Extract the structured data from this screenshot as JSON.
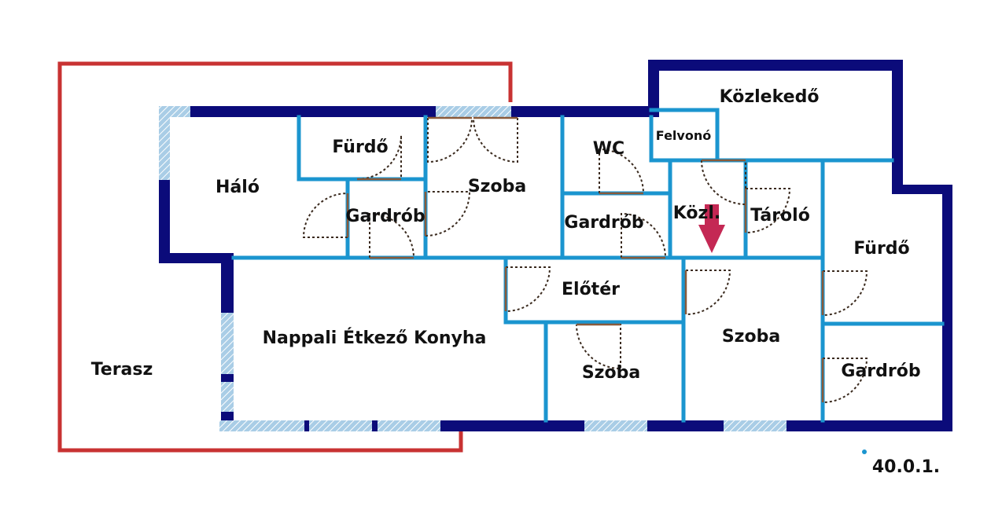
{
  "floorplan": {
    "colors": {
      "outer_wall": "#0b0b7a",
      "inner_wall": "#1b95cf",
      "terrace": "#c83232",
      "window": "#a9cde6",
      "entrance_arrow": "#c42854",
      "door": "#3a2a1e"
    },
    "rooms": {
      "kozlekedo": "Közlekedő",
      "felvono": "Felvonó",
      "wc": "WC",
      "furdo1": "Fürdő",
      "halo": "Háló",
      "szoba1": "Szoba",
      "gardrob1": "Gardrób",
      "gardrob2": "Gardrób",
      "kozl": "Közl.",
      "tarolo": "Tároló",
      "furdo2": "Fürdő",
      "eloter": "Előtér",
      "nappali": "Nappali Étkező Konyha",
      "szoba2": "Szoba",
      "szoba3": "Szoba",
      "gardrob3": "Gardrób",
      "terasz": "Terasz"
    },
    "unit_code": "40.0.1.",
    "entrance_icon": "entrance-arrow-icon"
  }
}
